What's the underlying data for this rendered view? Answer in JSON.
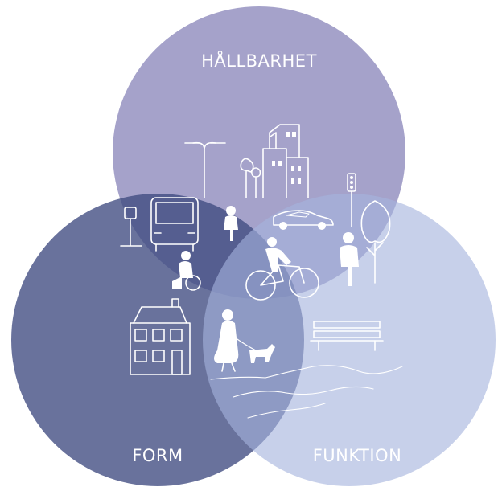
{
  "labels": {
    "top": "HÅLLBARHET",
    "left": "FORM",
    "right": "FUNKTION"
  },
  "colors": {
    "circle_top": "#8f8bbd",
    "circle_left": "#4f5a8c",
    "circle_right": "#a4b3dd",
    "icons": "#ffffff"
  }
}
